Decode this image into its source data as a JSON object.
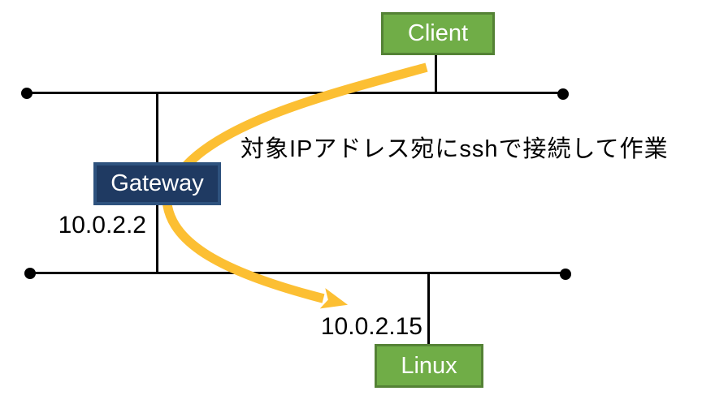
{
  "nodes": {
    "client": {
      "label": "Client"
    },
    "gateway": {
      "label": "Gateway",
      "ip": "10.0.2.2"
    },
    "linux": {
      "label": "Linux",
      "ip": "10.0.2.15"
    }
  },
  "annotation": "対象IPアドレス宛にsshで接続して作業",
  "colors": {
    "green_fill": "#70AD47",
    "green_border": "#548235",
    "navy_fill": "#1F3A62",
    "navy_border": "#2E527E",
    "arrow_gold": "#FCBF33",
    "line_black": "#000000",
    "text_black": "#000000",
    "node_text": "#FFFFFF",
    "background": "#FFFFFF"
  }
}
